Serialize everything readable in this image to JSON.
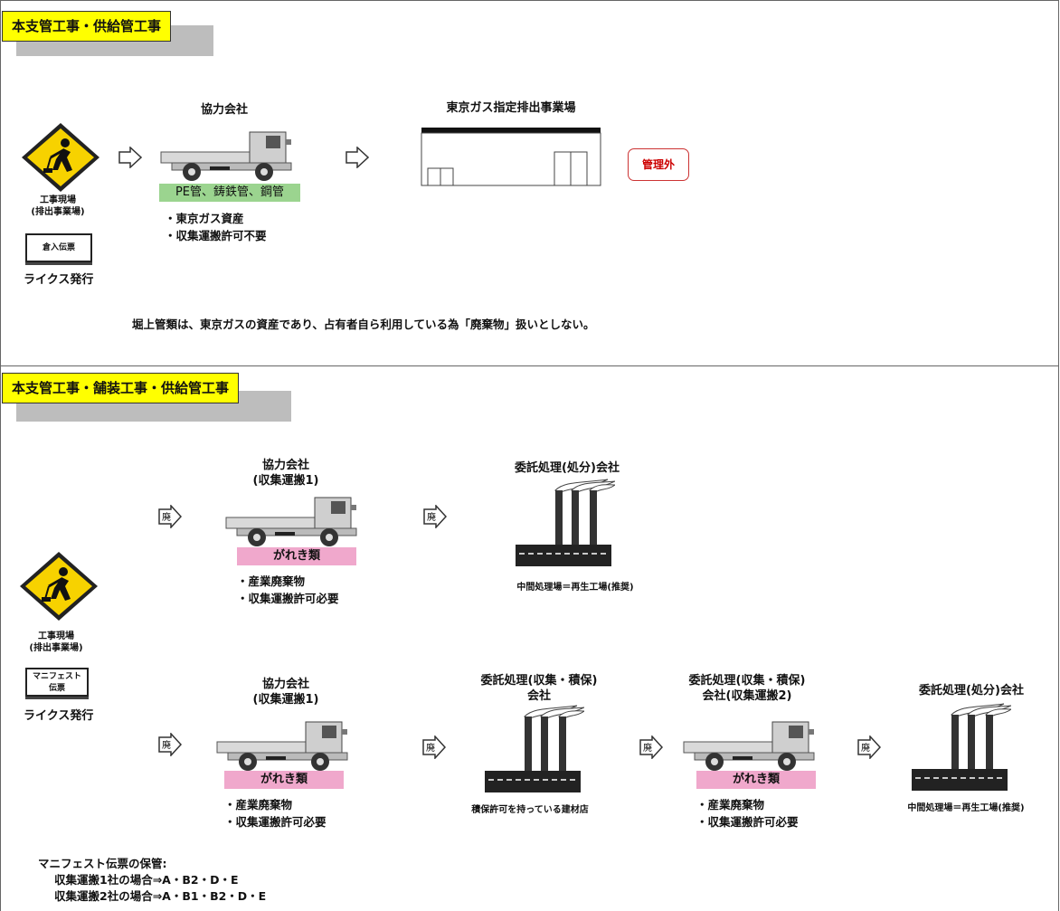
{
  "section1": {
    "title": "本支管工事・供給管工事",
    "site_label_line1": "工事現場",
    "site_label_line2": "(排出事業場)",
    "slip_label": "倉入伝票",
    "issuer": "ライクス発行",
    "partner_label": "協力会社",
    "materials": "PE管、鋳鉄管、鋼管",
    "bullets": [
      "・東京ガス資産",
      "・収集運搬許可不要"
    ],
    "facility_label": "東京ガス指定排出事業場",
    "outside_badge": "管理外",
    "note": "堀上管類は、東京ガスの資産であり、占有者自ら利用している為「廃棄物」扱いとしない。"
  },
  "section2": {
    "title": "本支管工事・舗装工事・供給管工事",
    "site_label_line1": "工事現場",
    "site_label_line2": "(排出事業場)",
    "slip_label_line1": "マニフェスト",
    "slip_label_line2": "伝票",
    "issuer": "ライクス発行",
    "arrow_label": "廃",
    "route1": {
      "partner_line1": "協力会社",
      "partner_line2": "(収集運搬1)",
      "waste": "がれき類",
      "bullets": [
        "・産業廃棄物",
        "・収集運搬許可必要"
      ],
      "disposal_label": "委託処理(処分)会社",
      "disposal_note": "中間処理場＝再生工場(推奨)"
    },
    "route2": {
      "partner_line1": "協力会社",
      "partner_line2": "(収集運搬1)",
      "waste": "がれき類",
      "bullets": [
        "・産業廃棄物",
        "・収集運搬許可必要"
      ],
      "storage_line1": "委託処理(収集・積保)",
      "storage_line2": "会社",
      "storage_note": "積保許可を持っている建材店",
      "carrier2_line1": "委託処理(収集・積保)",
      "carrier2_line2": "会社(収集運搬2)",
      "waste2": "がれき類",
      "bullets2": [
        "・産業廃棄物",
        "・収集運搬許可必要"
      ],
      "disposal_label": "委託処理(処分)会社",
      "disposal_note": "中間処理場＝再生工場(推奨)"
    },
    "manifest_title": "マニフェスト伝票の保管:",
    "manifest_lines": [
      "収集運搬1社の場合⇒A・B2・D・E",
      "収集運搬2社の場合⇒A・B1・B2・D・E"
    ]
  },
  "colors": {
    "title_bg": "#ffff00",
    "green_tag": "#9bd48f",
    "pink_tag": "#f0a8cc",
    "badge_red": "#cc0000"
  },
  "icons": [
    "worker-sign-icon",
    "hollow-arrow-icon",
    "truck-icon",
    "warehouse-icon",
    "factory-icon",
    "waste-arrow-icon"
  ]
}
